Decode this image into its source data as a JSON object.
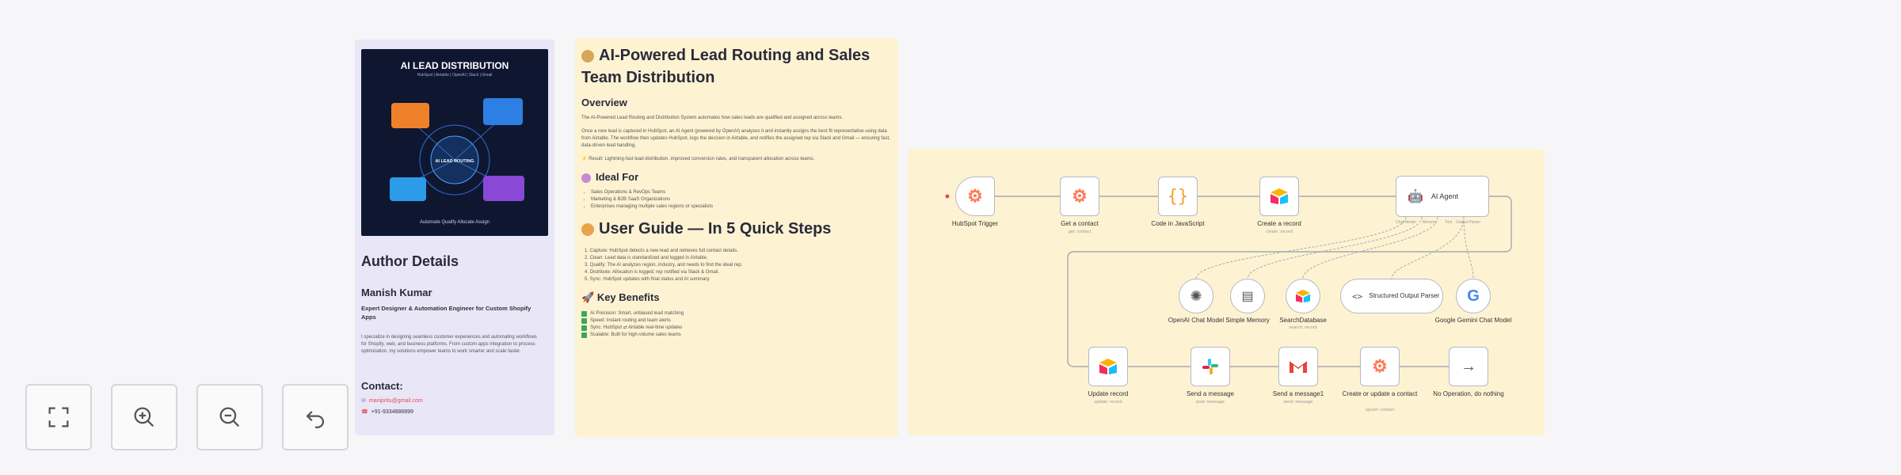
{
  "controls": {
    "fit": "fit-view",
    "zoom_in": "zoom-in",
    "zoom_out": "zoom-out",
    "reset": "reset"
  },
  "author": {
    "cover_title": "AI LEAD DISTRIBUTION",
    "cover_sub": "HubSpot | Airtable | OpenAI | Slack | Gmail",
    "cover_center": "AI LEAD ROUTING",
    "cover_foot": "Automate Qualify Allocate Assign",
    "heading": "Author Details",
    "name": "Manish Kumar",
    "role": "Expert Designer & Automation Engineer for Custom Shopify Apps",
    "bio": "I specialize in designing seamless customer experiences and automating workflows for Shopify, web, and business platforms. From custom apps integration to process optimization, my solutions empower teams to work smarter and scale faster.",
    "contact_heading": "Contact:",
    "email": "manipritu@gmail.com",
    "phone": "+91-9334888899"
  },
  "guide": {
    "title": "AI-Powered Lead Routing and Sales Team Distribution",
    "overview_h": "Overview",
    "overview_p1": "The AI-Powered Lead Routing and Distribution System automates how sales leads are qualified and assigned across teams.",
    "overview_p2": "Once a new lead is captured in HubSpot, an AI Agent (powered by OpenAI) analyzes it and instantly assigns the best fit representative using data from Airtable. The workflow then updates HubSpot, logs the decision in Airtable, and notifies the assigned rep via Slack and Gmail — ensuring fast, data-driven lead handling.",
    "result": "Result: Lightning-fast lead distribution, improved conversion rates, and transparent allocation across teams.",
    "ideal_h": "Ideal For",
    "ideal": [
      "Sales Operations & RevOps Teams",
      "Marketing & B2B SaaS Organizations",
      "Enterprises managing multiple sales regions or specialists"
    ],
    "guide_h": "User Guide — In 5 Quick Steps",
    "steps": [
      "1. Capture: HubSpot detects a new lead and retrieves full contact details.",
      "2. Clean: Lead data is standardized and logged in Airtable.",
      "3. Qualify: The AI analyzes region, industry, and needs to find the ideal rep.",
      "4. Distribute: Allocation is logged; rep notified via Slack & Gmail.",
      "5. Sync: HubSpot updates with final status and AI summary."
    ],
    "benefits_h": "Key Benefits",
    "benefits": [
      "AI Precision: Smart, unbiased lead matching",
      "Speed: Instant routing and team alerts",
      "Sync: HubSpot ⇄ Airtable real-time updates",
      "Scalable: Built for high-volume sales teams"
    ]
  },
  "flow": {
    "trigger": {
      "label": "HubSpot Trigger"
    },
    "get_contact": {
      "label": "Get a contact",
      "sub": "get: contact"
    },
    "code": {
      "label": "Code in JavaScript"
    },
    "create_record": {
      "label": "Create a record",
      "sub": "create: record"
    },
    "agent": {
      "label": "AI Agent"
    },
    "ports": {
      "chat": "Chat Model",
      "memory": "Memory",
      "tool": "Tool",
      "output": "Output Parser"
    },
    "openai": {
      "label": "OpenAI Chat Model"
    },
    "memory": {
      "label": "Simple Memory"
    },
    "search_db": {
      "label": "SearchDatabase",
      "sub": "search: record"
    },
    "parser": {
      "label": "Structured Output Parser"
    },
    "gemini": {
      "label": "Google Gemini Chat Model"
    },
    "update_record": {
      "label": "Update record",
      "sub": "update: record"
    },
    "slack": {
      "label": "Send a message",
      "sub": "post: message"
    },
    "gmail": {
      "label": "Send a message1",
      "sub": "send: message"
    },
    "upsert": {
      "label": "Create or update a contact",
      "sub": "upsert: contact"
    },
    "noop": {
      "label": "No Operation, do nothing"
    }
  },
  "colors": {
    "hubspot": "#ff7a59",
    "airtable_a": "#fcb400",
    "airtable_b": "#18bfff",
    "airtable_c": "#f82b60",
    "slack": "#4a154b",
    "gmail": "#ea4335",
    "note_yellow": "#fdf3d3",
    "note_purple": "#e9e6f8"
  }
}
